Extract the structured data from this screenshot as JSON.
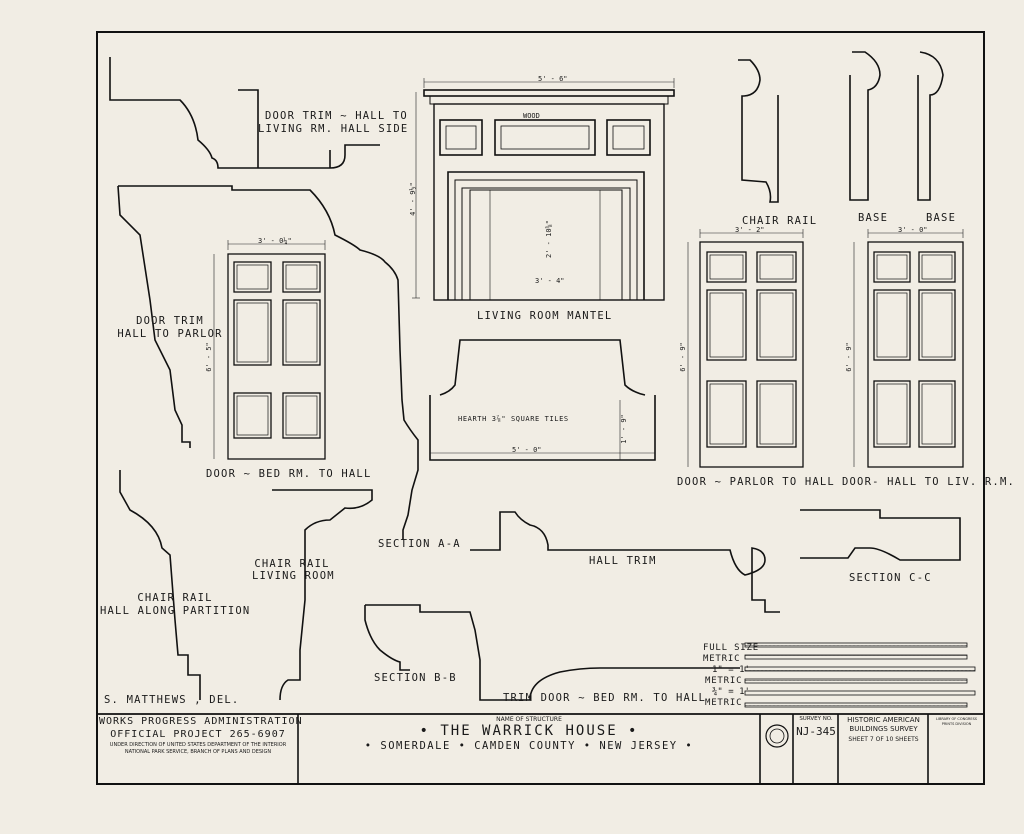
{
  "drawing_labels": {
    "door_trim_hall_side": [
      "DOOR TRIM ~ HALL TO",
      "LIVING RM. HALL SIDE"
    ],
    "door_trim_parlor": [
      "DOOR TRIM",
      "HALL TO PARLOR"
    ],
    "door_bed_to_hall": "DOOR ~ BED RM. TO HALL",
    "living_room_mantel": "LIVING ROOM MANTEL",
    "hearth_note": "HEARTH 3⅞\" SQUARE TILES",
    "chair_rail": "CHAIR RAIL",
    "base_1": "BASE",
    "base_2": "BASE",
    "door_parlor_to_hall": "DOOR ~ PARLOR TO HALL",
    "door_hall_to_liv": "DOOR- HALL TO LIV. R.M.",
    "section_aa": "SECTION A-A",
    "section_bb": "SECTION B-B",
    "section_cc": "SECTION C-C",
    "hall_trim": "HALL TRIM",
    "chair_rail_partition": [
      "CHAIR RAIL",
      "HALL ALONG PARTITION"
    ],
    "chair_rail_living": [
      "CHAIR RAIL",
      "LIVING ROOM"
    ],
    "trim_door_bed": "TRIM DOOR ~ BED RM. TO HALL",
    "delineator": "S. MATTHEWS , DEL."
  },
  "dimensions": {
    "mantel_width": "5' - 6\"",
    "mantel_height": "4' - 9½\"",
    "mantel_opening": "3' - 4\"",
    "mantel_opening_h": "2' - 10⅝\"",
    "wood": "WOOD",
    "door_bed_width": "3' - 0¼\"",
    "door_bed_height": "6' - 5\"",
    "door_parlor_width": "3' - 2\"",
    "door_parlor_height": "6' - 9\"",
    "door_liv_width": "3' - 0\"",
    "door_liv_height": "6' - 9\"",
    "hearth_width": "5' - 0\"",
    "hearth_depth": "1' - 9\""
  },
  "scales": {
    "full_size": "FULL SIZE",
    "metric_1": "METRIC",
    "one_inch": "1\" = 1'",
    "metric_2": "METRIC",
    "three_quarter": "¾\" = 1'",
    "metric_3": "METRIC"
  },
  "title_block": {
    "agency": "WORKS PROGRESS ADMINISTRATION",
    "project": "OFFICIAL PROJECT 265-6907",
    "direction_1": "UNDER DIRECTION OF UNITED STATES DEPARTMENT OF THE INTERIOR",
    "direction_2": "NATIONAL PARK SERVICE, BRANCH OF PLANS AND DESIGN",
    "name_label": "NAME OF STRUCTURE",
    "structure": "• THE WARRICK HOUSE •",
    "location": "• SOMERDALE • CAMDEN COUNTY • NEW JERSEY •",
    "survey_label": "SURVEY NO.",
    "survey_no": "NJ-345",
    "habs_1": "HISTORIC AMERICAN",
    "habs_2": "BUILDINGS SURVEY",
    "sheet": "SHEET 7 OF 10 SHEETS",
    "library_1": "LIBRARY OF CONGRESS",
    "library_2": "PRINTS DIVISION"
  },
  "colors": {
    "paper": "#f1ede4",
    "ink": "#1a1a1a"
  }
}
